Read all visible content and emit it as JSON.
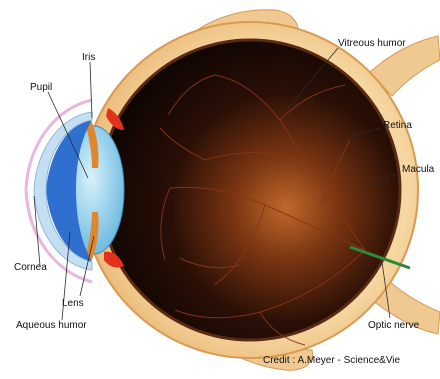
{
  "labels": {
    "iris": "Iris",
    "pupil": "Pupil",
    "vitreous_humor": "Vitreous humor",
    "retina": "Retina",
    "macula": "Macula",
    "cornea": "Cornea",
    "lens": "Lens",
    "aqueous_humor": "Aqueous humor",
    "optic_nerve": "Optic nerve"
  },
  "credit": "Credit : A.Meyer - Science&Vie",
  "colors": {
    "sclera": "#f2c98c",
    "sclera_edge": "#d99a52",
    "interior": "#1a0b06",
    "fundus_glow": "#b8642a",
    "vessels": "#7a2f17",
    "cornea": "#b9d9ef",
    "aqueous": "#2f6fd0",
    "lens": "#8fd0ec",
    "iris": "#e0862c",
    "ciliary": "#e2321b",
    "optic_nerve": "#2e8a3a"
  }
}
